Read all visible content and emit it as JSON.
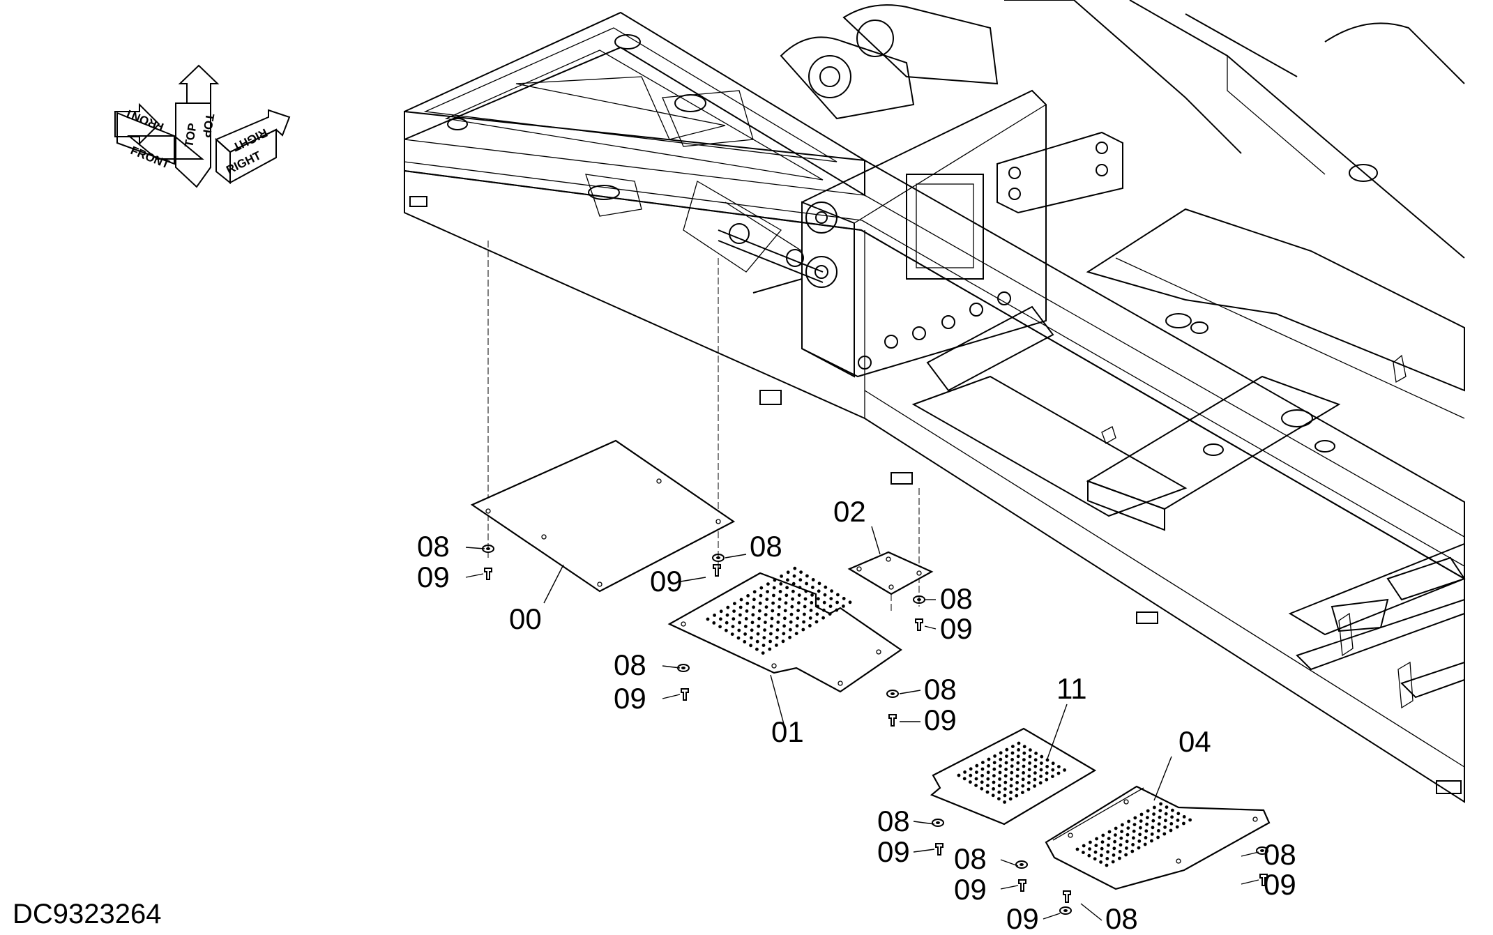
{
  "document_id": "DC9323264",
  "orientation_indicator": {
    "labels": [
      "FRONT",
      "TOP",
      "RIGHT"
    ],
    "mirrored_labels": [
      "FRONT",
      "TOP",
      "RIGHT"
    ]
  },
  "parts": {
    "p00": "00",
    "p01": "01",
    "p02": "02",
    "p04": "04",
    "p11": "11"
  },
  "fasteners": {
    "washer": "08",
    "bolt": "09"
  }
}
